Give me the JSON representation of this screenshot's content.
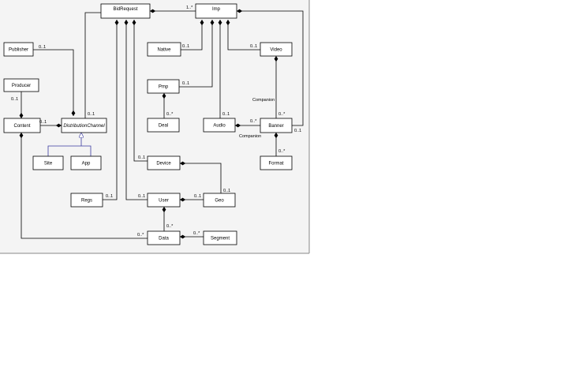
{
  "classes": {
    "bidrequest": "BidRequest",
    "imp": "Imp",
    "publisher": "Publisher",
    "producer": "Producer",
    "content": "Content",
    "distributionchannel": "DistributionChannel",
    "site": "Site",
    "app": "App",
    "native": "Native",
    "pmp": "Pmp",
    "deal": "Deal",
    "audio": "Audio",
    "video": "Video",
    "banner": "Banner",
    "format": "Format",
    "device": "Device",
    "regs": "Regs",
    "user": "User",
    "geo": "Geo",
    "data": "Data",
    "segment": "Segment"
  },
  "multiplicities": {
    "bidreq_imp": "1..*",
    "pub_dc": "0..1",
    "prod_content": "0..1",
    "content_dc": "0..1",
    "dc_bidreq": "0..1",
    "native_imp": "0..1",
    "video_imp": "0..1",
    "pmp_imp": "0..1",
    "deal_pmp": "0..*",
    "audio_imp": "0..1",
    "audio_banner": "0..*",
    "banner_video": "0..*",
    "banner_imp": "0..1",
    "format_banner": "0..*",
    "device_bidreq": "0..1",
    "geo_device": "0..1",
    "regs_bidreq": "0..1",
    "user_bidreq": "0..1",
    "geo_user": "0..1",
    "data_user": "0..*",
    "data_content": "0..*",
    "segment_data": "0..*"
  },
  "roles": {
    "companion_video": "Companion",
    "companion_audio": "Companion"
  }
}
